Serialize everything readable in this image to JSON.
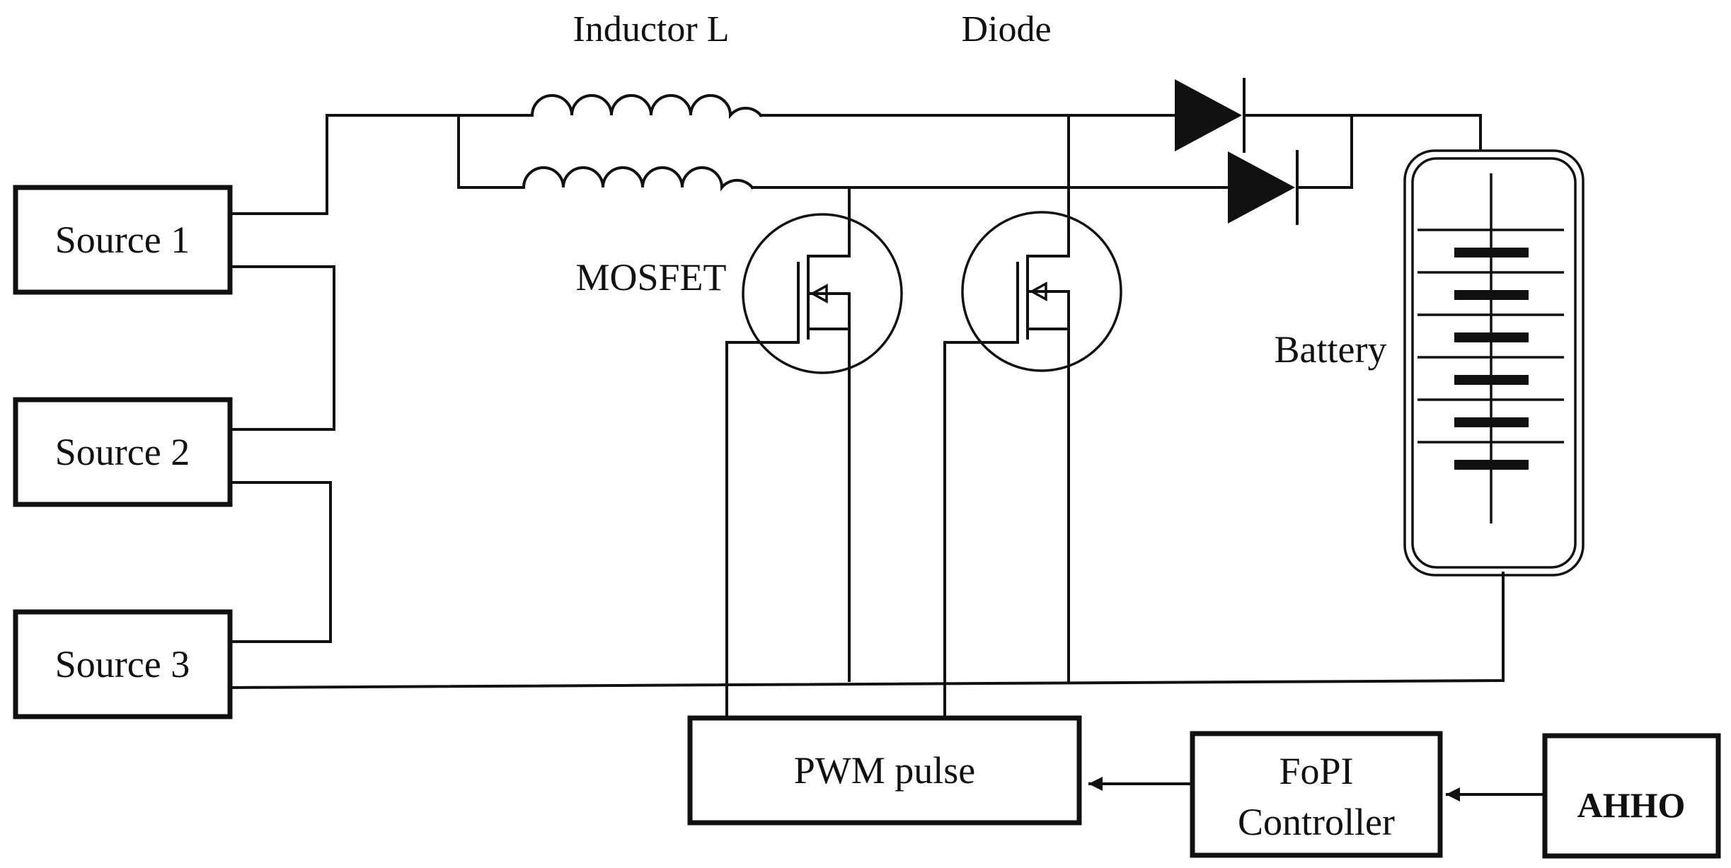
{
  "diagram": {
    "labels": {
      "inductor": "Inductor L",
      "diode": "Diode",
      "mosfet": "MOSFET",
      "battery": "Battery"
    },
    "sources": [
      "Source 1",
      "Source 2",
      "Source 3"
    ],
    "blocks": {
      "pwm": "PWM pulse",
      "fopi_line1": "FoPI",
      "fopi_line2": "Controller",
      "ahho": "AHHO"
    }
  }
}
